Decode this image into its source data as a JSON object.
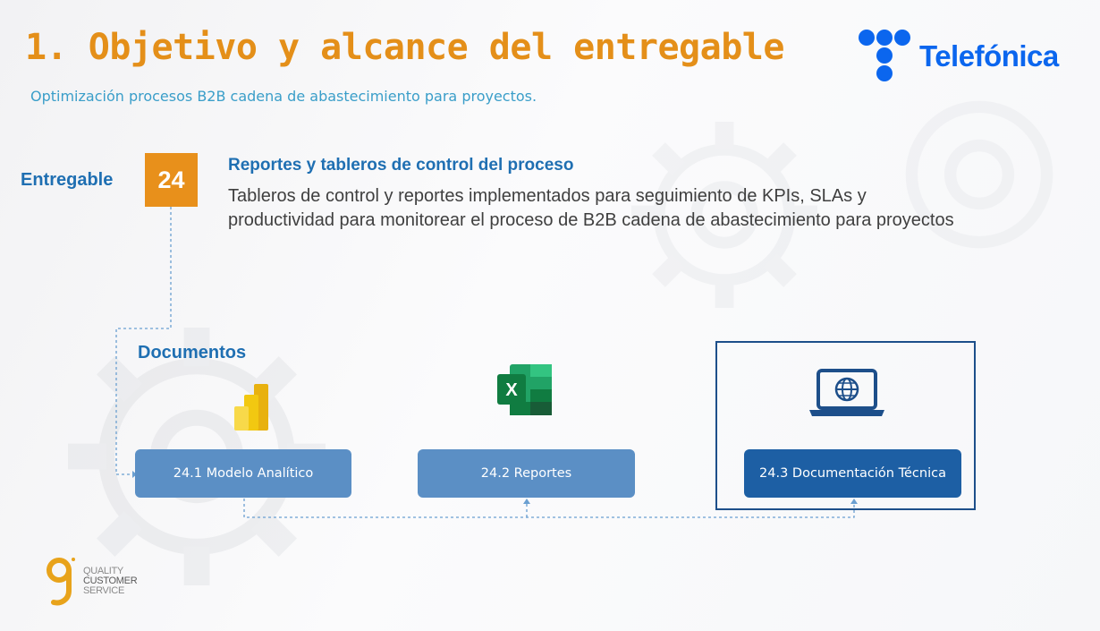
{
  "header": {
    "title": "1. Objetivo y alcance del entregable",
    "subtitle": "Optimización procesos B2B cadena de abastecimiento para proyectos."
  },
  "brand": {
    "name": "Telefónica",
    "color": "#0b66ee"
  },
  "deliverable": {
    "label": "Entregable",
    "number": "24",
    "heading": "Reportes y tableros de control del proceso",
    "description": "Tableros de control y reportes implementados para seguimiento de KPIs, SLAs y productividad para monitorear el proceso de  B2B cadena de abastecimiento para proyectos"
  },
  "documents": {
    "label": "Documentos",
    "items": [
      {
        "label": "24.1 Modelo Analítico",
        "icon": "power-bi-icon"
      },
      {
        "label": "24.2 Reportes",
        "icon": "excel-icon"
      },
      {
        "label": "24.3 Documentación Técnica",
        "icon": "laptop-globe-icon"
      }
    ]
  },
  "footer": {
    "logo_lines": [
      "QUALITY",
      "CUSTOMER",
      "SERVICE"
    ]
  },
  "colors": {
    "accent_orange": "#e8901b",
    "title_orange": "#e48f19",
    "heading_blue": "#1f6fb2",
    "button_light": "#5b8fc5",
    "button_dark": "#1d5fa4"
  }
}
